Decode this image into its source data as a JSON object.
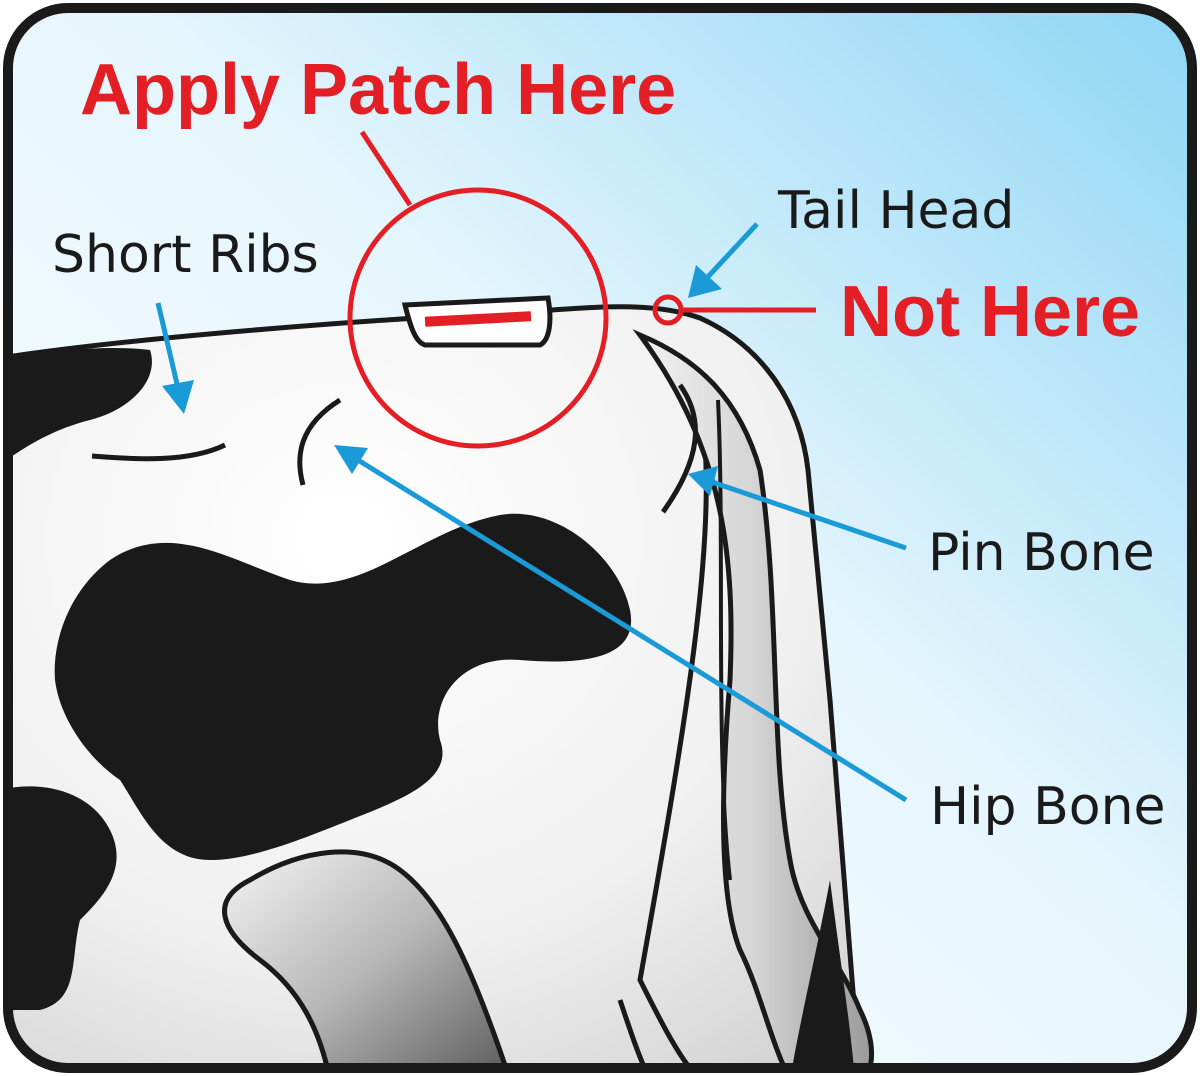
{
  "title": "Apply Patch Here",
  "warning": "Not Here",
  "labels": {
    "tail_head": "Tail Head",
    "short_ribs": "Short Ribs",
    "pin_bone": "Pin Bone",
    "hip_bone": "Hip Bone"
  },
  "colors": {
    "red": "#e31e24",
    "blue": "#1a9ad6",
    "frame": "#1a1a1a",
    "sky_light": "#ffffff",
    "sky_dark": "#8fd6f5"
  }
}
